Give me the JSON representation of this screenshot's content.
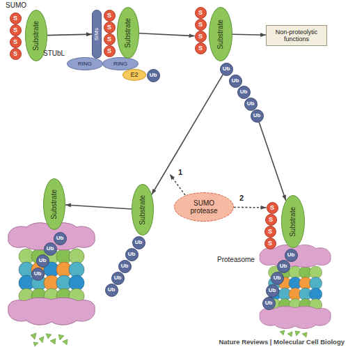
{
  "diagram": {
    "caption": "Nature Reviews | Molecular Cell Biology",
    "nodes": [
      {
        "text": [
          "S"
        ]
      },
      {
        "text": [
          "S"
        ]
      },
      {
        "text": [
          "S"
        ]
      },
      {
        "text": [
          "S"
        ]
      },
      {
        "text": [
          "Substrate"
        ]
      },
      {
        "text": [
          "SIMs"
        ]
      },
      {
        "text": [
          "RING"
        ]
      },
      {
        "text": [
          "RING"
        ]
      },
      {
        "text": [
          "S"
        ]
      },
      {
        "text": [
          "S"
        ]
      },
      {
        "text": [
          "S"
        ]
      },
      {
        "text": [
          "S"
        ]
      },
      {
        "text": [
          "Substrate"
        ]
      },
      {
        "text": [
          "E2"
        ]
      },
      {
        "text": [
          "Ub"
        ]
      },
      {
        "text": [
          "S"
        ]
      },
      {
        "text": [
          "S"
        ]
      },
      {
        "text": [
          "S"
        ]
      },
      {
        "text": [
          "S"
        ]
      },
      {
        "text": [
          "Substrate"
        ]
      },
      {
        "text": [
          "Ub"
        ]
      },
      {
        "text": [
          "Ub"
        ]
      },
      {
        "text": [
          "Ub"
        ]
      },
      {
        "text": [
          "Ub"
        ]
      },
      {
        "text": [
          "Ub"
        ]
      },
      {
        "text": [
          "Non-proteolytic functions"
        ]
      },
      {
        "text": [
          "SUMO protease"
        ]
      },
      {
        "text": [
          "Substrate"
        ]
      },
      {
        "text": [
          "Ub"
        ]
      },
      {
        "text": [
          "Ub"
        ]
      },
      {
        "text": [
          "Ub"
        ]
      },
      {
        "text": [
          "Ub"
        ]
      },
      {
        "text": [
          "Ub"
        ]
      },
      {
        "text": [
          "Substrate"
        ]
      },
      {
        "text": [
          "Ub"
        ]
      },
      {
        "text": [
          "Ub"
        ]
      },
      {
        "text": [
          "Ub"
        ]
      },
      {
        "text": [
          "Ub"
        ]
      },
      {
        "text": [
          "S"
        ]
      },
      {
        "text": [
          "S"
        ]
      },
      {
        "text": [
          "S"
        ]
      },
      {
        "text": [
          "S"
        ]
      },
      {
        "text": [
          "Substrate"
        ]
      },
      {
        "text": [
          "Ub"
        ]
      },
      {
        "text": [
          "Ub"
        ]
      },
      {
        "text": [
          "Ub"
        ]
      },
      {
        "text": [
          "Ub"
        ]
      },
      {
        "text": [
          "Ub"
        ]
      }
    ],
    "edges": [
      {
        "from": 4,
        "to": 5,
        "arrow": "to"
      },
      {
        "from": 12,
        "to": 17,
        "arrow": "to"
      },
      {
        "from": 19,
        "to": 25,
        "arrow": "to"
      },
      {
        "from": 20,
        "to": 27,
        "arrow": "to"
      },
      {
        "from": 24,
        "to": 42,
        "arrow": "to"
      },
      {
        "from": 26,
        "to": 38,
        "arrow": "to"
      },
      {
        "from": 27,
        "to": 33,
        "arrow": "to"
      }
    ],
    "labels": [
      "SUMO",
      "STUbL",
      "1",
      "2",
      "Proteasome"
    ]
  }
}
